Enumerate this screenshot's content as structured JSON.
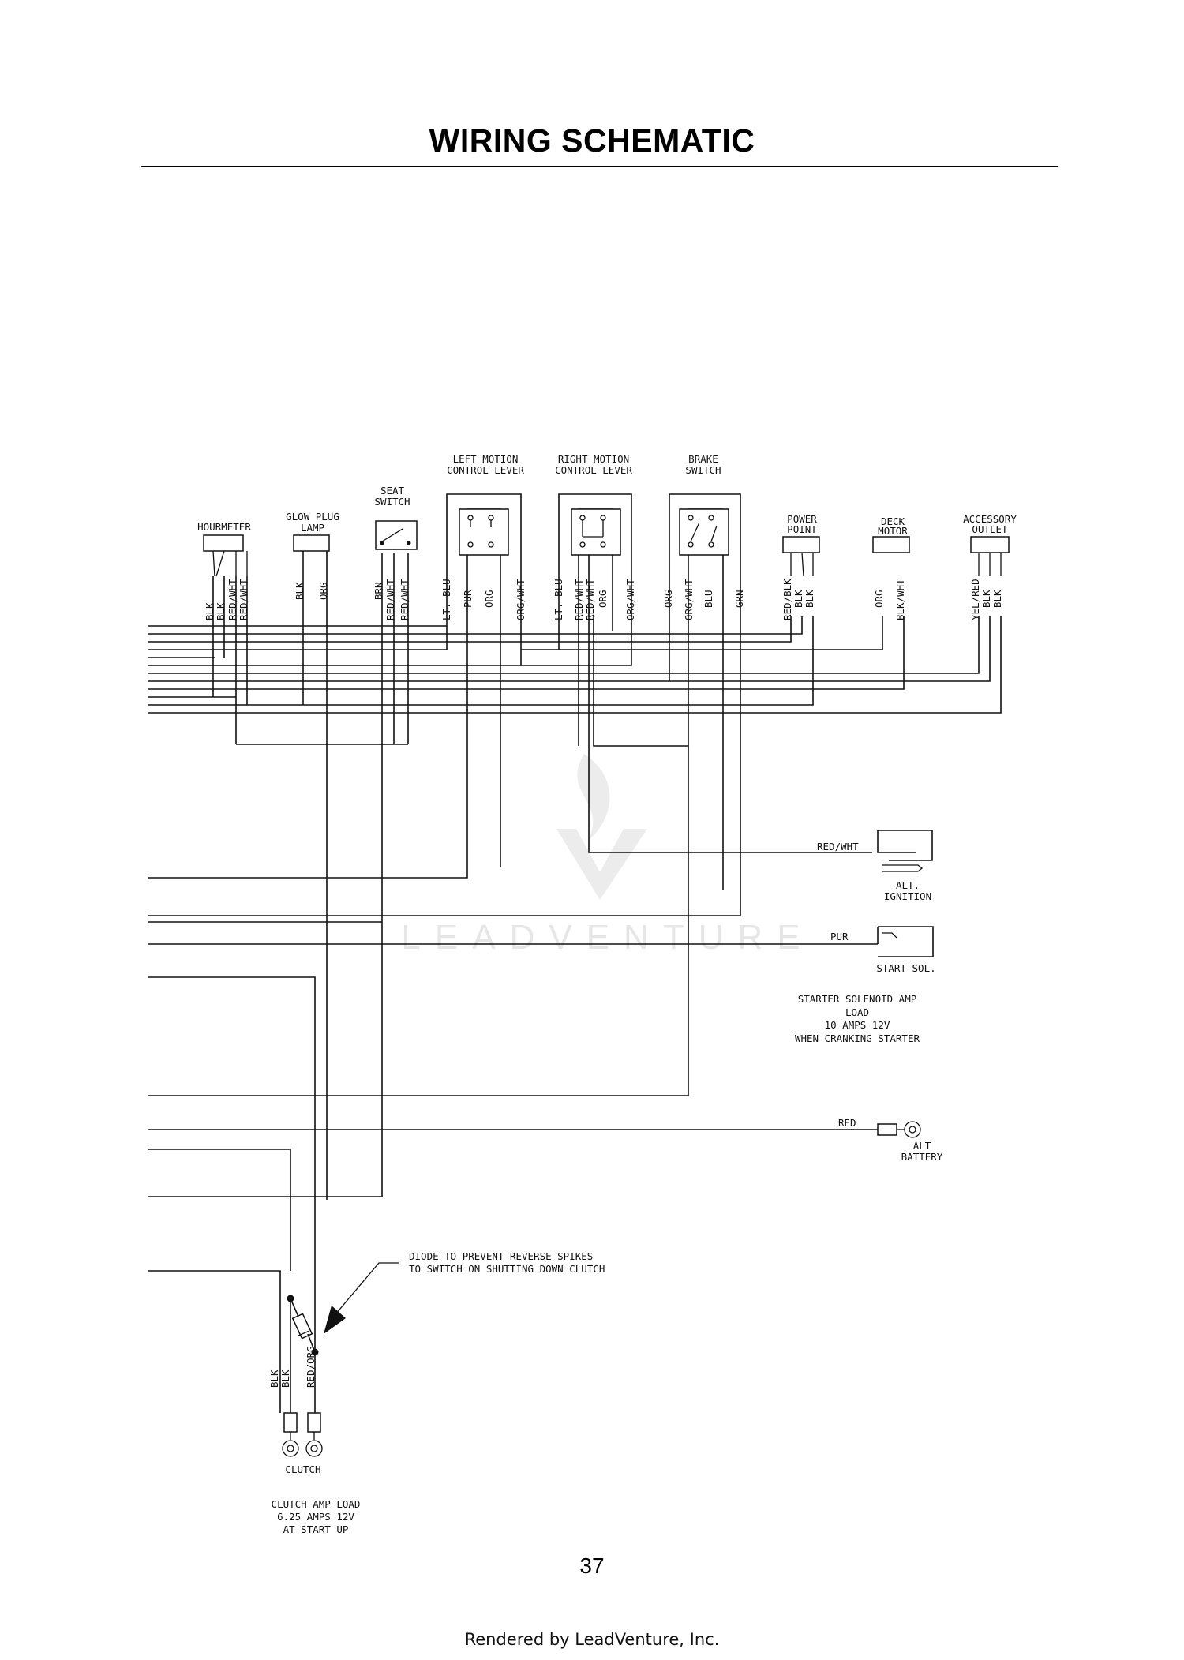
{
  "page_title": "WIRING SCHEMATIC",
  "page_number": "37",
  "footer": "Rendered by LeadVenture, Inc.",
  "watermark": "LEADVENTURE",
  "components": {
    "hourmeter": "HOURMETER",
    "glow_plug_lamp_1": "GLOW PLUG",
    "glow_plug_lamp_2": "LAMP",
    "seat_switch_1": "SEAT",
    "seat_switch_2": "SWITCH",
    "left_motion_1": "LEFT MOTION",
    "left_motion_2": "CONTROL LEVER",
    "right_motion_1": "RIGHT MOTION",
    "right_motion_2": "CONTROL LEVER",
    "brake_switch_1": "BRAKE",
    "brake_switch_2": "SWITCH",
    "power_point_1": "POWER",
    "power_point_2": "POINT",
    "deck_motor_1": "DECK",
    "deck_motor_2": "MOTOR",
    "accessory_outlet_1": "ACCESSORY",
    "accessory_outlet_2": "OUTLET",
    "alt_ignition_1": "ALT.",
    "alt_ignition_2": "IGNITION",
    "start_sol": "START SOL.",
    "alt_battery_1": "ALT",
    "alt_battery_2": "BATTERY",
    "clutch": "CLUTCH"
  },
  "wire_colors": {
    "hourmeter": [
      "BLK",
      "BLK",
      "RED/WHT",
      "RED/WHT"
    ],
    "glow_plug_lamp": [
      "BLK",
      "ORG"
    ],
    "seat_switch": [
      "BRN",
      "RED/WHT",
      "RED/WHT"
    ],
    "left_motion": [
      "LT. BLU",
      "PUR",
      "ORG",
      "ORG/WHT"
    ],
    "right_motion": [
      "LT. BLU",
      "RED/WHT",
      "RED/WHT",
      "ORG",
      "ORG/WHT"
    ],
    "brake_switch": [
      "ORG",
      "ORG/WHT",
      "BLU",
      "GRN"
    ],
    "power_point": [
      "RED/BLK",
      "BLK",
      "BLK"
    ],
    "deck_motor": [
      "ORG",
      "BLK/WHT"
    ],
    "accessory_outlet": [
      "YEL/RED",
      "BLK",
      "BLK"
    ],
    "clutch": [
      "BLK",
      "BLK",
      "RED/ORG"
    ],
    "alt_ignition": "RED/WHT",
    "start_sol": "PUR",
    "alt_battery": "RED"
  },
  "notes": {
    "starter_1": "STARTER SOLENOID AMP",
    "starter_2": "LOAD",
    "starter_3": "10 AMPS 12V",
    "starter_4": "WHEN CRANKING STARTER",
    "diode_1": "DIODE TO PREVENT REVERSE SPIKES",
    "diode_2": "TO SWITCH ON SHUTTING DOWN CLUTCH",
    "clutch_1": "CLUTCH AMP LOAD",
    "clutch_2": "6.25 AMPS 12V",
    "clutch_3": "AT START UP"
  }
}
